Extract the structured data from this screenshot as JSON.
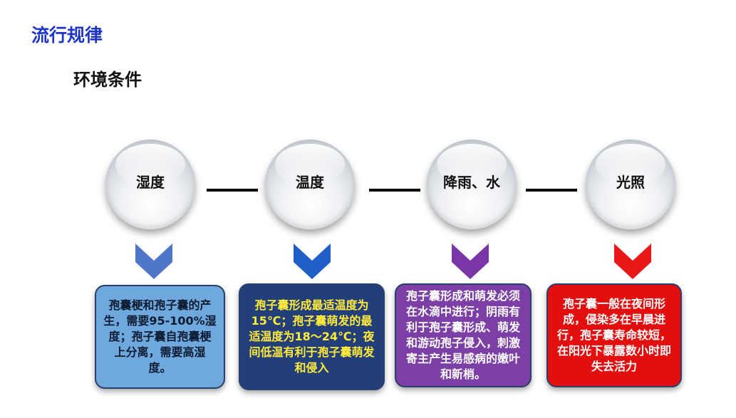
{
  "title": "流行规律",
  "subtitle": "环境条件",
  "colors": {
    "title": "#1f35c7",
    "chevron1": "#4f77c9",
    "chevron2": "#1f5fc7",
    "chevron3": "#7a35a6",
    "chevron4": "#e81818",
    "box1": "#6fa8dc",
    "box2": "#233f7a",
    "box3": "#7b3fa6",
    "box4": "#e30e0e"
  },
  "factors": [
    {
      "label": "湿度",
      "text": "孢囊梗和孢子囊的产生，需要95-100%湿度；孢子囊自孢囊梗上分离，需要高湿度。"
    },
    {
      "label": "温度",
      "text": "孢子囊形成最适温度为15℃；孢子囊萌发的最适温度为18～24℃；夜间低温有利于孢子囊萌发和侵入"
    },
    {
      "label": "降雨、水",
      "text": "孢子囊形成和萌发必须在水滴中进行；阴雨有利于孢子囊形成、萌发和游动孢子侵入，刺激寄主产生易感病的嫩叶和新梢。"
    },
    {
      "label": "光照",
      "text": "孢子囊一般在夜间形成，侵染多在早晨进行，孢子囊寿命较短，在阳光下暴露数小时即失去活力"
    }
  ]
}
